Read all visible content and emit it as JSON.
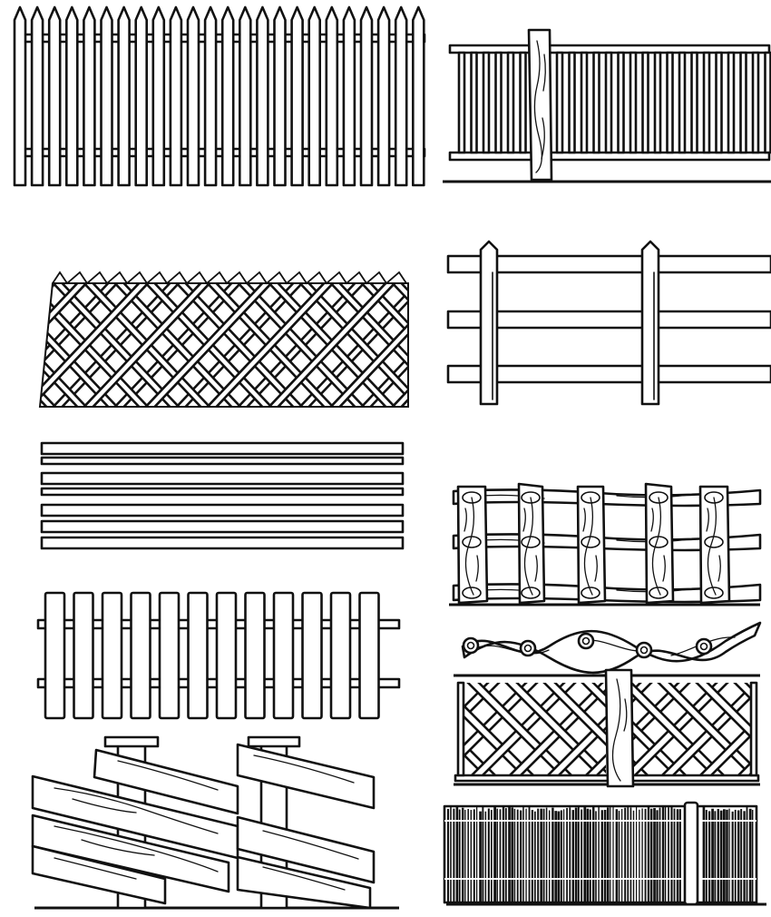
{
  "figure": {
    "panels": [
      "picket-fence",
      "rail-and-baluster-fence",
      "diagonal-lattice-fence",
      "three-rail-post-fence",
      "horizontal-board-fence",
      "vertical-slat-fence",
      "rustic-pole-grid-fence",
      "twisted-vine-rail",
      "rustic-diagonal-lattice-fence",
      "slanted-plank-fence",
      "reed-mat-fence"
    ]
  },
  "colors": {
    "ink": "#111111",
    "paper": "#ffffff"
  }
}
